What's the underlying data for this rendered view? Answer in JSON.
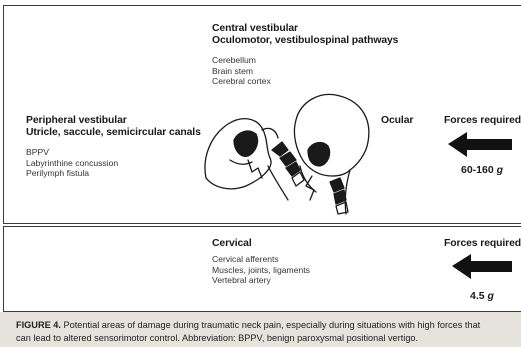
{
  "central": {
    "title_line1": "Central vestibular",
    "title_line2": "Oculomotor, vestibulospinal  pathways",
    "items": [
      "Cerebellum",
      "Brain stem",
      "Cerebral cortex"
    ]
  },
  "peripheral": {
    "title_line1": "Peripheral vestibular",
    "title_line2": "Utricle, saccule, semicircular canals",
    "items": [
      "BPPV",
      "Labyrinthine concussion",
      "Perilymph fistula"
    ]
  },
  "ocular": {
    "label": "Ocular"
  },
  "forces_top": {
    "header": "Forces required",
    "value": "60-160",
    "unit": "g",
    "arrow_icon": "left-arrow-icon"
  },
  "cervical": {
    "title": "Cervical",
    "items": [
      "Cervical afferents",
      "Muscles, joints, ligaments",
      "Vertebral artery"
    ]
  },
  "forces_bottom": {
    "header": "Forces required",
    "value": "4.5",
    "unit": "g",
    "arrow_icon": "left-arrow-icon"
  },
  "caption": {
    "label": "FIGURE 4.",
    "line1": " Potential areas of damage during traumatic neck pain, especially during situations with high forces that",
    "line2": "can lead to altered sensorimotor control. Abbreviation: BPPV, benign paroxysmal positional vertigo."
  }
}
